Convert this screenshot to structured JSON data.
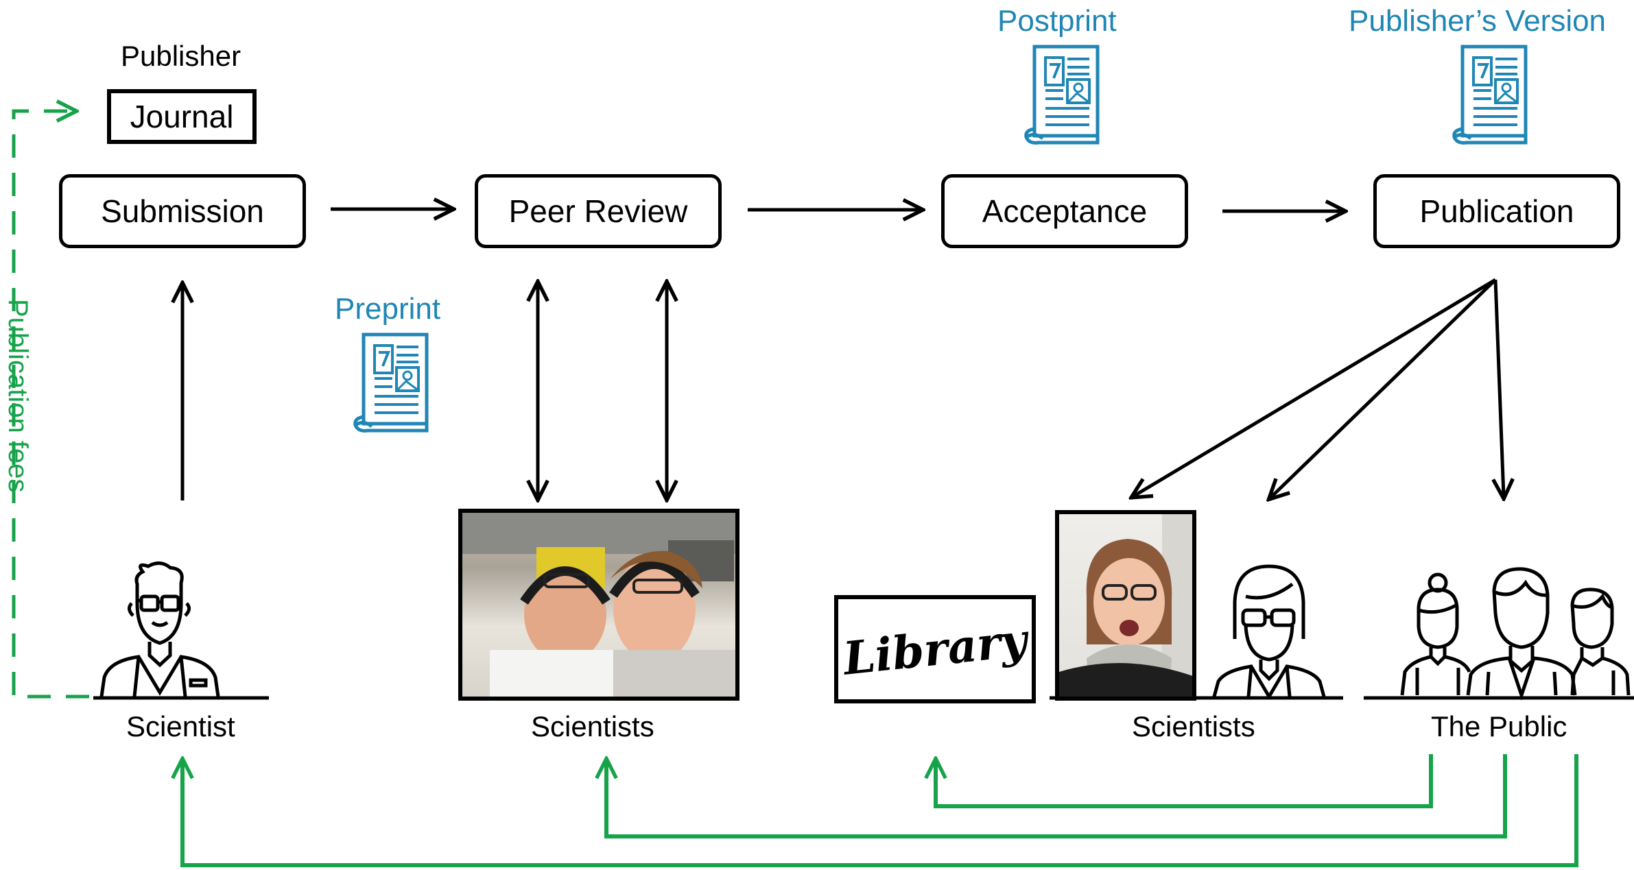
{
  "publisher": {
    "label": "Publisher",
    "journal": "Journal"
  },
  "steps": {
    "submission": "Submission",
    "peer_review": "Peer Review",
    "acceptance": "Acceptance",
    "publication": "Publication"
  },
  "versions": {
    "preprint": "Preprint",
    "postprint": "Postprint",
    "publishers_version": "Publisher’s Version"
  },
  "fees": "Publication fees",
  "library": "Library",
  "actors": {
    "scientist": "Scientist",
    "reviewers": "Scientists",
    "readers": "Scientists",
    "public": "The Public"
  },
  "colors": {
    "flow": "#000000",
    "version": "#1f86b5",
    "money": "#16a34a"
  },
  "icons": [
    "document-icon",
    "scientist-icon",
    "female-scientist-icon",
    "public-group-icon"
  ]
}
